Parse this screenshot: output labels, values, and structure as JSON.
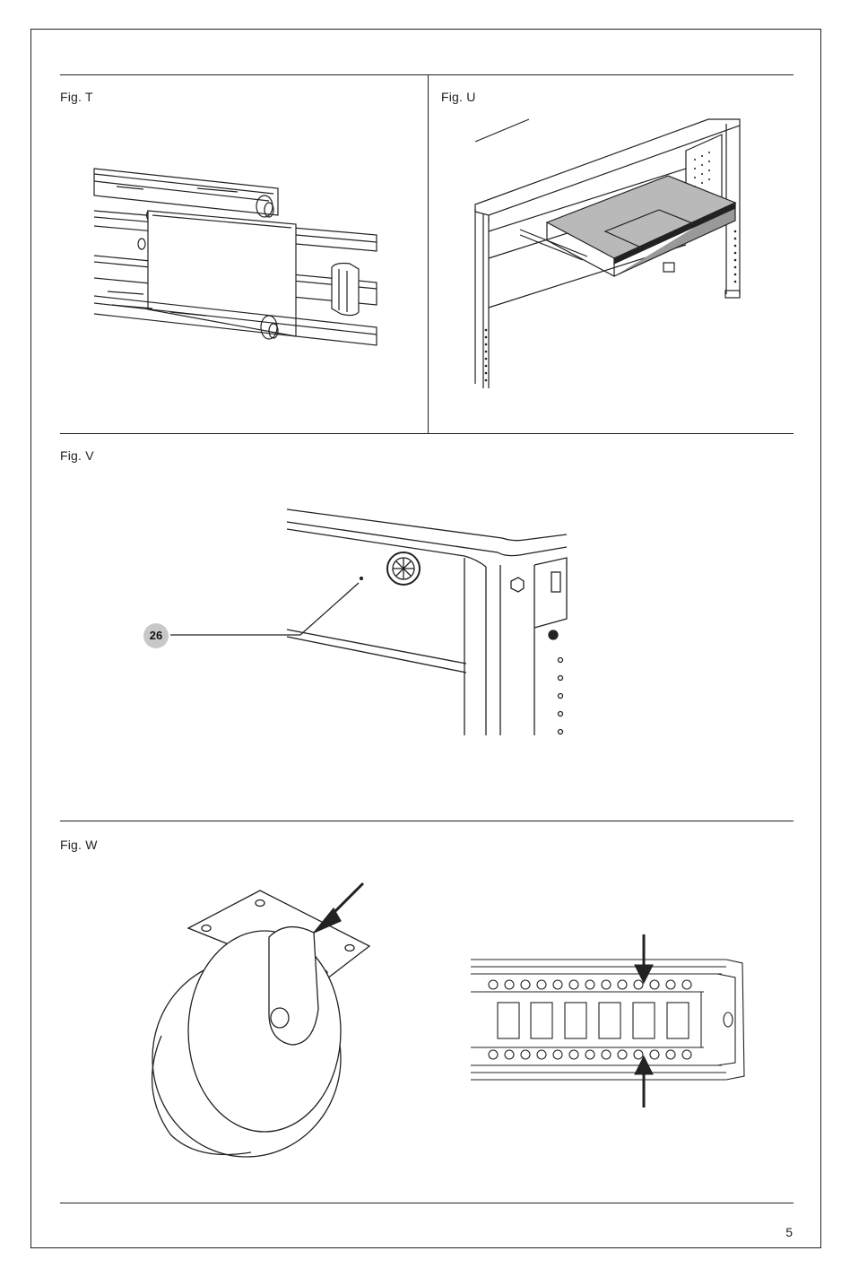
{
  "figures": {
    "t": {
      "label": "Fig. T"
    },
    "u": {
      "label": "Fig. U"
    },
    "v": {
      "label": "Fig. V",
      "callout": "26"
    },
    "w": {
      "label": "Fig. W"
    }
  },
  "page": {
    "number": "5"
  },
  "colors": {
    "line": "#222222",
    "callout_bubble": "#c8c8c8",
    "drawer_fill": "#b9b9b9"
  }
}
